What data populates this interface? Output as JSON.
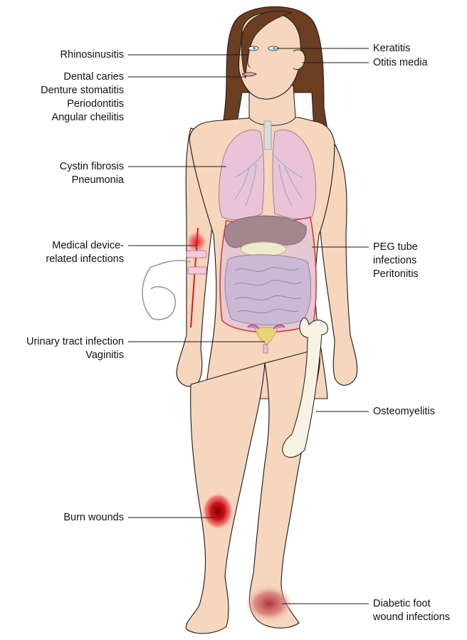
{
  "labels_left": [
    {
      "id": "rhinosinusitis",
      "lines": [
        "Rhinosinusitis"
      ]
    },
    {
      "id": "oral",
      "lines": [
        "Dental caries",
        "Denture stomatitis",
        "Periodontitis",
        "Angular cheilitis"
      ]
    },
    {
      "id": "lung",
      "lines": [
        "Cystin fibrosis",
        "Pneumonia"
      ]
    },
    {
      "id": "device",
      "lines": [
        "Medical device-",
        "related infections"
      ]
    },
    {
      "id": "urinary",
      "lines": [
        "Urinary tract infection",
        "Vaginitis"
      ]
    },
    {
      "id": "burn",
      "lines": [
        "Burn wounds"
      ]
    }
  ],
  "labels_right": [
    {
      "id": "keratitis",
      "lines": [
        "Keratitis"
      ]
    },
    {
      "id": "otitis",
      "lines": [
        "Otitis media"
      ]
    },
    {
      "id": "peg",
      "lines": [
        "PEG tube",
        "infections",
        "Peritonitis"
      ]
    },
    {
      "id": "osteo",
      "lines": [
        "Osteomyelitis"
      ]
    },
    {
      "id": "foot",
      "lines": [
        "Diabetic foot",
        "wound infections"
      ]
    }
  ],
  "colors": {
    "skin": "#f6d6bd",
    "skin_outline": "#1a1a1a",
    "hair": "#6b3e21",
    "lung": "#e9c4d7",
    "liver": "#a4868e",
    "intestine": "#cbb8d4",
    "infection_red": "#d0111b",
    "bone": "#f6f2e4",
    "leader_line": "#1a1a1a"
  }
}
